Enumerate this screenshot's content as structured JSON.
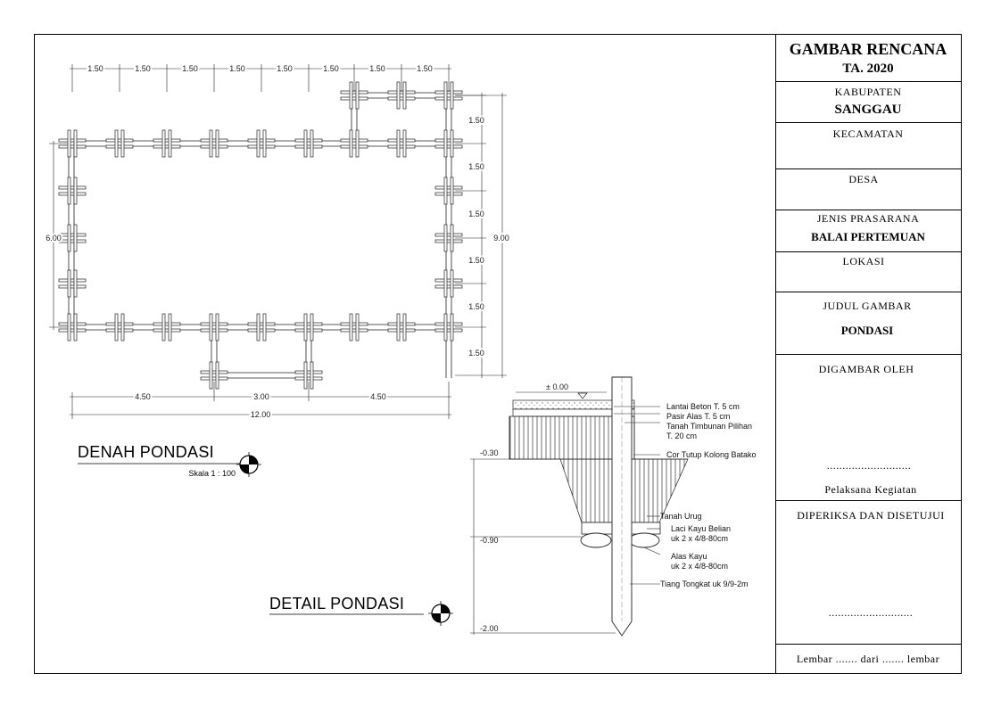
{
  "title_block": {
    "header_line1": "GAMBAR RENCANA",
    "header_line2": "TA. 2020",
    "kabupaten_label": "KABUPATEN",
    "kabupaten_value": "SANGGAU",
    "kecamatan_label": "KECAMATAN",
    "desa_label": "DESA",
    "jenis_label": "JENIS PRASARANA",
    "jenis_value": "BALAI PERTEMUAN",
    "lokasi_label": "LOKASI",
    "judul_label": "JUDUL GAMBAR",
    "judul_value": "PONDASI",
    "digambar_label": "DIGAMBAR OLEH",
    "digambar_dots": "...........................",
    "pelaksana": "Pelaksana Kegiatan",
    "diperiksa_label": "DIPERIKSA DAN DISETUJUI",
    "diperiksa_dots": "...........................",
    "lembar": "Lembar ....... dari ....... lembar"
  },
  "plan": {
    "title": "DENAH PONDASI",
    "scale": "Skala 1 : 100",
    "top_dims": [
      "1.50",
      "1.50",
      "1.50",
      "1.50",
      "1.50",
      "1.50",
      "1.50",
      "1.50"
    ],
    "right_dims": [
      "1.50",
      "1.50",
      "1.50",
      "1.50",
      "1.50",
      "1.50"
    ],
    "left_dim": "6.00",
    "right_total": "9.00",
    "bottom_dims": [
      "4.50",
      "3.00",
      "4.50"
    ],
    "bottom_total": "12.00"
  },
  "detail": {
    "title": "DETAIL PONDASI",
    "level_top": "± 0.00",
    "level_1": "-0.30",
    "level_2": "-0.90",
    "level_3": "-2.00",
    "notes": [
      "Lantai Beton T. 5 cm",
      "Pasir Alas T. 5 cm",
      "Tanah Timbunan Pilihan",
      "T. 20 cm",
      "Cor Tutup Kolong Batako",
      "Tanah Urug",
      "Laci Kayu Belian",
      "uk 2 x 4/8-80cm",
      "Alas Kayu",
      "uk 2 x 4/8-80cm",
      "Tiang Tongkat uk 9/9-2m"
    ]
  }
}
